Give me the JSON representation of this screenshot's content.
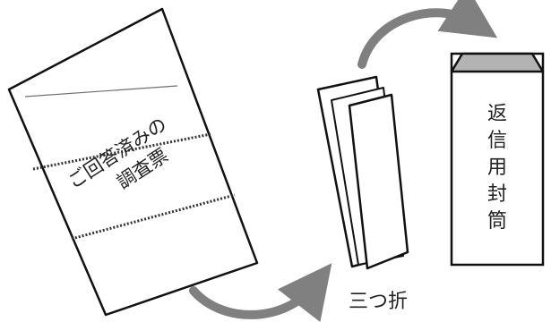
{
  "survey_sheet": {
    "label_line1": "ご回答済みの",
    "label_line2": "調査票"
  },
  "folded_sheet": {
    "caption": "三つ折"
  },
  "envelope": {
    "label_chars": [
      "返",
      "信",
      "用",
      "封",
      "筒"
    ],
    "flap_color": "#b3b3b3"
  },
  "arrows": {
    "color": "#808080",
    "icons": [
      "curved-arrow-icon",
      "curved-arrow-icon"
    ]
  },
  "colors": {
    "outline": "#111111",
    "perforation": "#333333"
  }
}
